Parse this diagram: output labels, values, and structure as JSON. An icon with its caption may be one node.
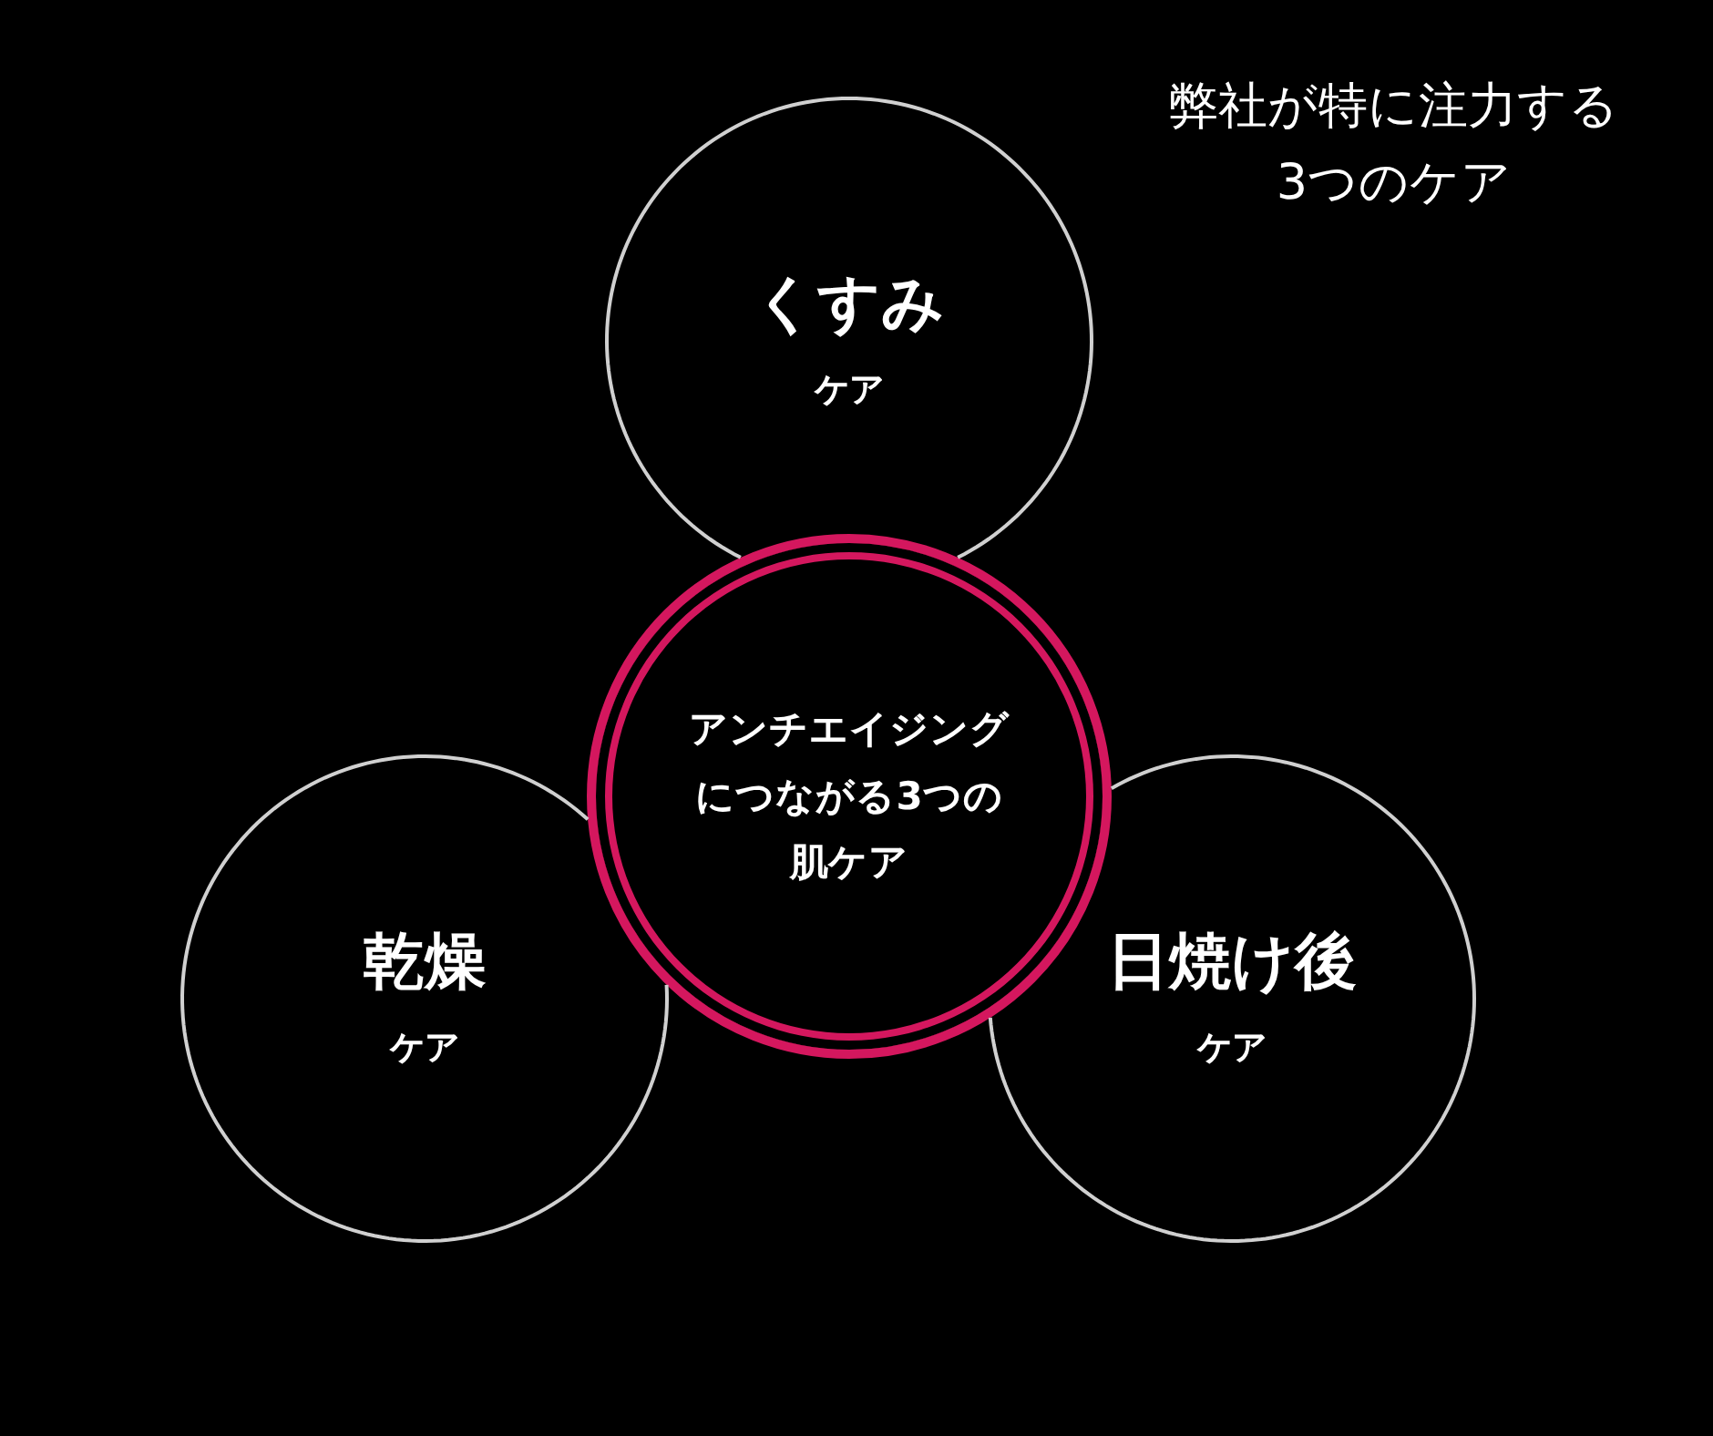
{
  "diagram": {
    "title": "弊社が特に注力する3つのケア",
    "nodes": [
      {
        "text": [
          "くすみ",
          "ケア"
        ]
      },
      {
        "text": [
          "アンチエイジングにつながる3つの肌ケア"
        ]
      },
      {
        "text": [
          "乾燥",
          "ケア"
        ]
      },
      {
        "text": [
          "日焼け後",
          "ケア"
        ]
      }
    ],
    "edges": []
  }
}
